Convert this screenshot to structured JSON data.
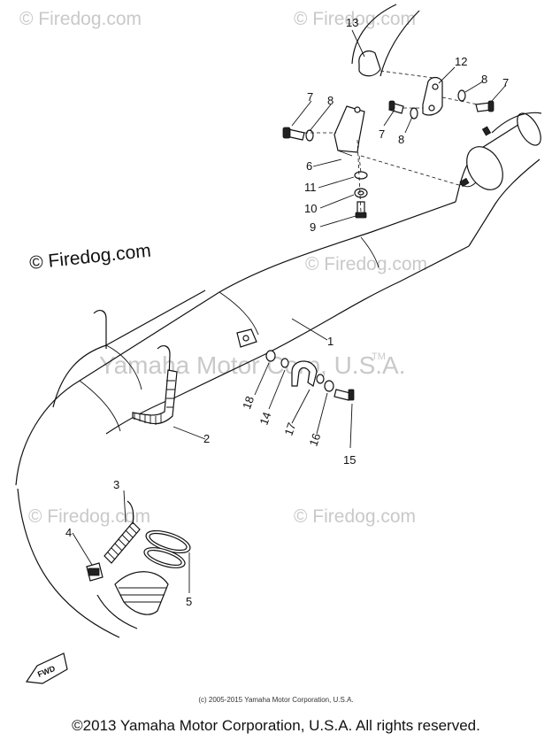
{
  "watermarks": {
    "firedog": "© Firedog.com",
    "firedog_dark": "© Firedog.com",
    "yamaha": "Yamaha Motor Corp, U.S.A.",
    "tm": "TM"
  },
  "callouts": {
    "c1": "1",
    "c2": "2",
    "c3": "3",
    "c4": "4",
    "c5": "5",
    "c6": "6",
    "c7a": "7",
    "c7b": "7",
    "c7c": "7",
    "c8a": "8",
    "c8b": "8",
    "c8c": "8",
    "c9": "9",
    "c10": "10",
    "c11": "11",
    "c12": "12",
    "c13": "13",
    "c14": "14",
    "c15": "15",
    "c16": "16",
    "c17": "17",
    "c18": "18"
  },
  "fwd_label": "FWD",
  "copyright_small": "(c) 2005-2015 Yamaha Motor Corporation, U.S.A.",
  "copyright_main": "©2013 Yamaha Motor Corporation, U.S.A. All rights reserved.",
  "colors": {
    "ink": "#111111",
    "watermark": "#c9c9c9",
    "background": "#ffffff"
  }
}
